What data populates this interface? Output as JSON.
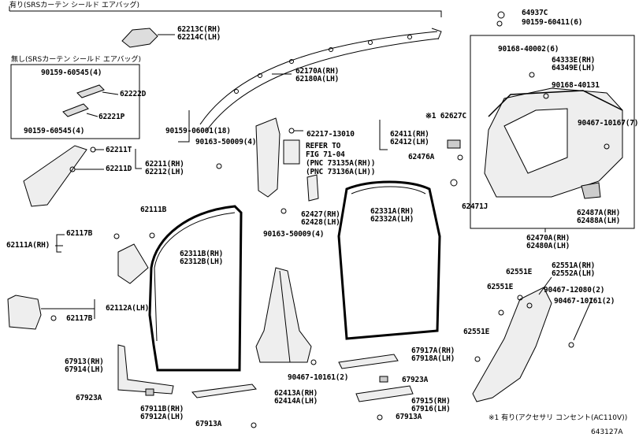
{
  "notes": {
    "top_left": "有り(SRSカーテン シールド エアバッグ)",
    "without": "無し(SRSカーテン シールド エアバッグ)",
    "footnote": "※1 有り(アクセサリ コンセント(AC110V))",
    "diagram_id": "643127A",
    "refer": "REFER TO\nFIG 71-04\n(PNC 73135A(RH))\n(PNC 73136A(LH))"
  },
  "labels": {
    "p62213C": "62213C(RH)\n62214C(LH)",
    "p64937C": "64937C",
    "p90159_60411": "90159-60411(6)",
    "p90168_40002": "90168-40002(6)",
    "p64333E": "64333E(RH)\n64349E(LH)",
    "p90168_40131": "90168-40131",
    "p90159_60545a": "90159-60545(4)",
    "p62222D": "62222D",
    "p62221P": "62221P",
    "p90159_60545b": "90159-60545(4)",
    "p62170A": "62170A(RH)\n62180A(LH)",
    "p90159_06001": "90159-06001(18)",
    "p62627C": "※1 62627C",
    "p90467_10167": "90467-10167(7)",
    "p62211T": "62211T",
    "p62211D": "62211D",
    "p62211": "62211(RH)\n62212(LH)",
    "p62217": "62217-13010",
    "p62411": "62411(RH)\n62412(LH)",
    "p90163_50009a": "90163-50009(4)",
    "p62476A": "62476A",
    "p62471J": "62471J",
    "p62111B": "62111B",
    "p62427": "62427(RH)\n62428(LH)",
    "p62331A": "62331A(RH)\n62332A(LH)",
    "p62487A": "62487A(RH)\n62488A(LH)",
    "p62470A": "62470A(RH)\n62480A(LH)",
    "p62117Ba": "62117B",
    "p62111A": "62111A(RH)",
    "p90163_50009b": "90163-50009(4)",
    "p62311B": "62311B(RH)\n62312B(LH)",
    "p62551A": "62551A(RH)\n62552A(LH)",
    "p62551Ea": "62551E",
    "p62551Eb": "62551E",
    "p90467_12080": "90467-12080(2)",
    "p90467_10161a": "90467-10161(2)",
    "p62112A": "62112A(LH)",
    "p62117Bb": "62117B",
    "p62551Ec": "62551E",
    "p67913": "67913(RH)\n67914(LH)",
    "p67917A": "67917A(RH)\n67918A(LH)",
    "p90467_10161b": "90467-10161(2)",
    "p67923Aa": "67923A",
    "p67923Ab": "67923A",
    "p62413A": "62413A(RH)\n62414A(LH)",
    "p67911B": "67911B(RH)\n67912A(LH)",
    "p67915": "67915(RH)\n67916(LH)",
    "p67913A_a": "67913A",
    "p67913A_b": "67913A"
  }
}
